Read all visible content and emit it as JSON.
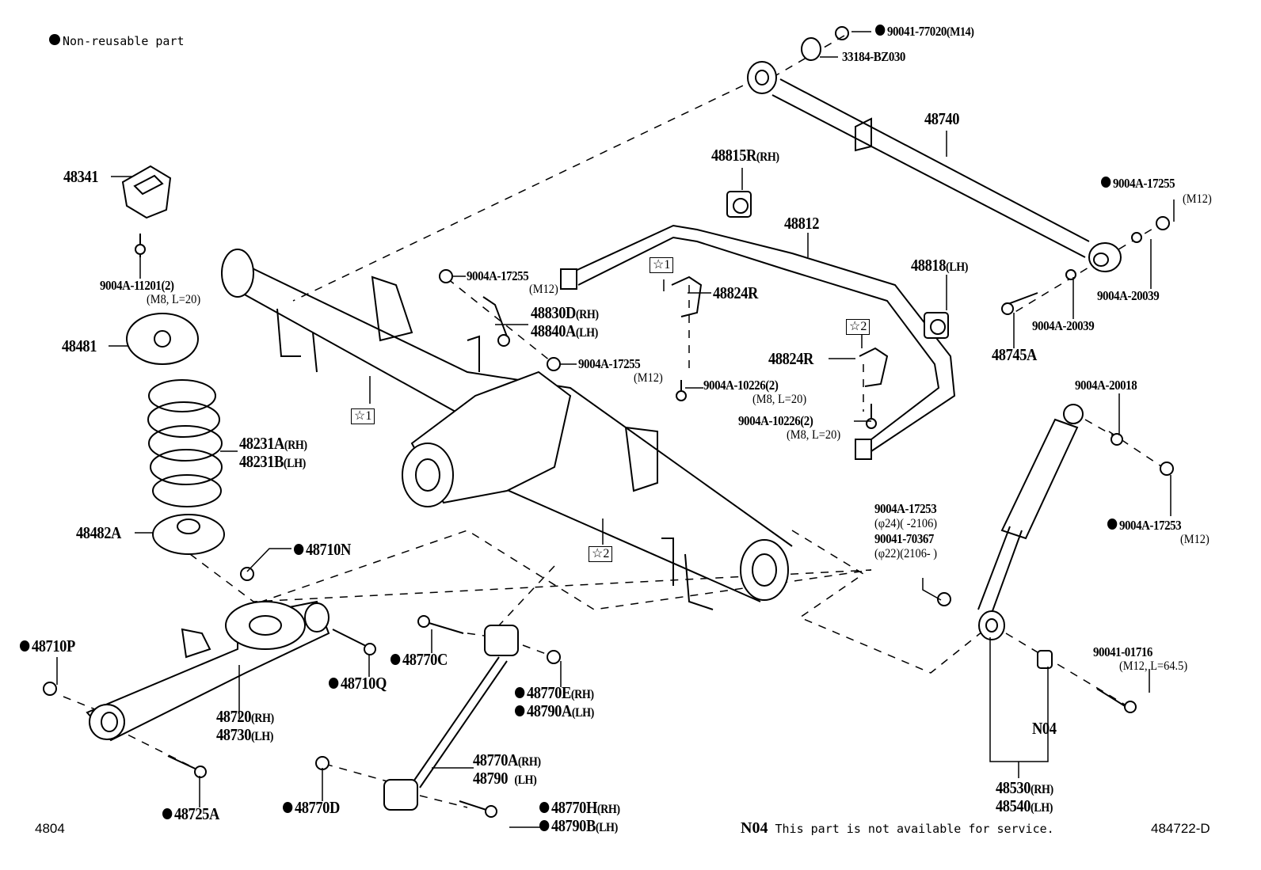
{
  "legend": {
    "symbol": "filled-circle",
    "text": "Non-reusable part"
  },
  "footnote": {
    "code": "N04",
    "text": "This part is not available for service."
  },
  "page_code": "4804",
  "diagram_id": "484722-D",
  "callouts": {
    "c48341": {
      "part": "48341",
      "non_reusable": false
    },
    "c9004A11201": {
      "part": "9004A-11201(2)",
      "spec": "(M8, L=20)"
    },
    "c48481": {
      "part": "48481"
    },
    "c48231": {
      "line1": "48231A",
      "side1": "(RH)",
      "line2": "48231B",
      "side2": "(LH)"
    },
    "c48482A": {
      "part": "48482A"
    },
    "c48710N": {
      "part": "48710N",
      "non_reusable": true
    },
    "c48710P": {
      "part": "48710P",
      "non_reusable": true
    },
    "c48710Q": {
      "part": "48710Q",
      "non_reusable": true
    },
    "c48720": {
      "line1": "48720",
      "side1": "(RH)",
      "line2": "48730",
      "side2": "(LH)"
    },
    "c48725A": {
      "part": "48725A",
      "non_reusable": true
    },
    "c48770D": {
      "part": "48770D",
      "non_reusable": true
    },
    "c48770C": {
      "part": "48770C",
      "non_reusable": true
    },
    "c48770E": {
      "line1": "48770E",
      "side1": "(RH)",
      "line2": "48790A",
      "side2": "(LH)",
      "non_reusable": true
    },
    "c48770A": {
      "line1": "48770A",
      "side1": "(RH)",
      "line2": "48790",
      "side2": "(LH)"
    },
    "c48770H": {
      "line1": "48770H",
      "side1": "(RH)",
      "line2": "48790B",
      "side2": "(LH)",
      "non_reusable": true
    },
    "c9004A17255a": {
      "part": "9004A-17255",
      "spec": "(M12)"
    },
    "c48830D": {
      "line1": "48830D",
      "side1": "(RH)",
      "line2": "48840A",
      "side2": "(LH)"
    },
    "c9004A17255b": {
      "part": "9004A-17255",
      "spec": "(M12)"
    },
    "c48815R": {
      "part": "48815R",
      "side": "(RH)"
    },
    "c48812": {
      "part": "48812"
    },
    "c48824R_1": {
      "part": "48824R"
    },
    "c48824R_2": {
      "part": "48824R"
    },
    "c9004A10226a": {
      "part": "9004A-10226(2)",
      "spec": "(M8, L=20)"
    },
    "c9004A10226b": {
      "part": "9004A-10226(2)",
      "spec": "(M8, L=20)"
    },
    "c48818": {
      "part": "48818",
      "side": "(LH)"
    },
    "c90041_77020": {
      "part": "90041-77020",
      "spec": "(M14)",
      "non_reusable": true
    },
    "c33184": {
      "part": "33184-BZ030"
    },
    "c48740": {
      "part": "48740"
    },
    "c9004A17255c": {
      "part": "9004A-17255",
      "spec": "(M12)",
      "non_reusable": true
    },
    "c9004A20039a": {
      "part": "9004A-20039"
    },
    "c9004A20039b": {
      "part": "9004A-20039"
    },
    "c48745A": {
      "part": "48745A"
    },
    "c9004A20018": {
      "part": "9004A-20018"
    },
    "c9004A17253r": {
      "part": "9004A-17253",
      "spec": "(M12)",
      "non_reusable": true
    },
    "c9004A17253l": {
      "line1": "9004A-17253",
      "line2": "(φ24)(      -2106)",
      "line3": "90041-70367",
      "line4": "(φ22)(2106-      )"
    },
    "c90041_01716": {
      "part": "90041-01716",
      "spec": "(M12, L=64.5)"
    },
    "cN04": {
      "part": "N04"
    },
    "c48530": {
      "line1": "48530",
      "side1": "(RH)",
      "line2": "48540",
      "side2": "(LH)"
    }
  },
  "star_refs": {
    "s1a": "☆1",
    "s1b": "☆1",
    "s2a": "☆2",
    "s2b": "☆2"
  }
}
